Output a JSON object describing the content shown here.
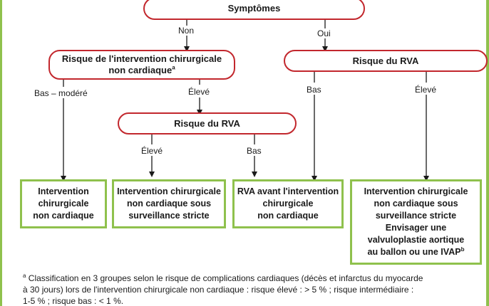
{
  "nodes": {
    "symptomes": "Symptômes",
    "risque_chir_line1": "Risque de l'intervention chirurgicale",
    "risque_chir_line2": "non cardiaque",
    "risque_chir_sup": "a",
    "risque_rva_right": "Risque du RVA",
    "risque_rva_mid": "Risque du RVA",
    "res1_line1": "Intervention",
    "res1_line2": "chirurgicale",
    "res1_line3": "non cardiaque",
    "res2_line1": "Intervention chirurgicale",
    "res2_line2": "non cardiaque sous",
    "res2_line3": "surveillance stricte",
    "res3_line1": "RVA avant l'intervention",
    "res3_line2": "chirurgicale",
    "res3_line3": "non cardiaque",
    "res4_line1": "Intervention chirurgicale",
    "res4_line2": "non cardiaque sous",
    "res4_line3": "surveillance stricte",
    "res4_line4": "Envisager une",
    "res4_line5": "valvuloplastie aortique",
    "res4_line6": "au ballon ou une IVAP",
    "res4_sup": "b"
  },
  "edge_labels": {
    "non": "Non",
    "oui": "Oui",
    "bas_modere": "Bas – modéré",
    "eleve_chir": "Élevé",
    "bas_right": "Bas",
    "eleve_right": "Élevé",
    "eleve_mid": "Élevé",
    "bas_mid": "Bas"
  },
  "footnote": {
    "marker": "a",
    "line1": " Classification en 3 groupes selon le risque de complications cardiaques (décès et infarctus du myocarde",
    "line2": "à 30 jours) lors de l'intervention chirurgicale non cardiaque : risque élevé : > 5 % ; risque intermédiaire :",
    "line3": "1-5 % ; risque bas : < 1 %."
  },
  "colors": {
    "decision_border": "#c2272d",
    "outcome_border": "#8fc14d",
    "arrow": "#1a1a1a"
  }
}
